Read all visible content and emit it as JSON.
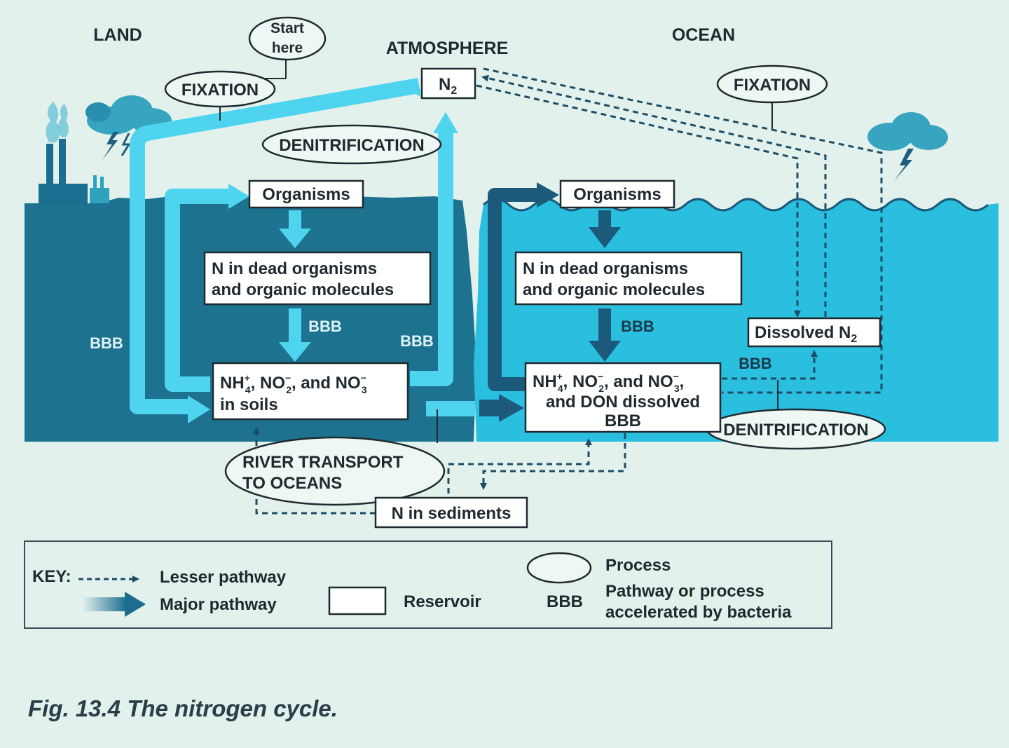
{
  "regions": {
    "land": "LAND",
    "atmosphere": "ATMOSPHERE",
    "ocean": "OCEAN"
  },
  "start": {
    "line1": "Start",
    "line2": "here"
  },
  "processes": {
    "fixation_land": "FIXATION",
    "fixation_ocean": "FIXATION",
    "denitrification_land": "DENITRIFICATION",
    "denitrification_ocean": "DENITRIFICATION",
    "river_line1": "RIVER TRANSPORT",
    "river_line2": "TO OCEANS"
  },
  "reservoirs": {
    "n2": {
      "base": "N",
      "sub": "2"
    },
    "organisms_land": "Organisms",
    "organisms_ocean": "Organisms",
    "dead_land": {
      "line1": "N in dead organisms",
      "line2": "and organic molecules"
    },
    "dead_ocean": {
      "line1": "N in dead organisms",
      "line2": "and organic molecules"
    },
    "soils": {
      "nh": "NH",
      "nh_sub": "4",
      "nh_sup": "+",
      "no2": ", NO",
      "no2_sub": "2",
      "no2_sup": "−",
      "and_no3": ", and NO",
      "no3_sub": "3",
      "no3_sup": "−",
      "line2": "in soils"
    },
    "ocean_dissolved": {
      "nh": "NH",
      "nh_sub": "4",
      "nh_sup": "+",
      "no2": ", NO",
      "no2_sub": "2",
      "no2_sup": "−",
      "and_no3": ", and NO",
      "no3_sub": "3",
      "no3_sup": "−",
      "tail": ",",
      "line2": "and DON dissolved",
      "line3": "BBB"
    },
    "dissolved_n2": {
      "base": "Dissolved N",
      "sub": "2"
    },
    "sediments": "N in sediments"
  },
  "bbb_label": "BBB",
  "key": {
    "title": "KEY:",
    "lesser": "Lesser pathway",
    "major": "Major pathway",
    "reservoir": "Reservoir",
    "process": "Process",
    "bbb": "BBB",
    "bbb_desc_line1": "Pathway or process",
    "bbb_desc_line2": "accelerated by bacteria"
  },
  "caption": "Fig. 13.4  The nitrogen cycle.",
  "colors": {
    "background": "#e2f1ec",
    "land": "#1d7290",
    "ocean": "#2bbfdf",
    "major_light": "#4fd4ef",
    "major_dark": "#1b5a7b",
    "dashed": "#1d4d66",
    "cloud": "#37a4c0"
  }
}
